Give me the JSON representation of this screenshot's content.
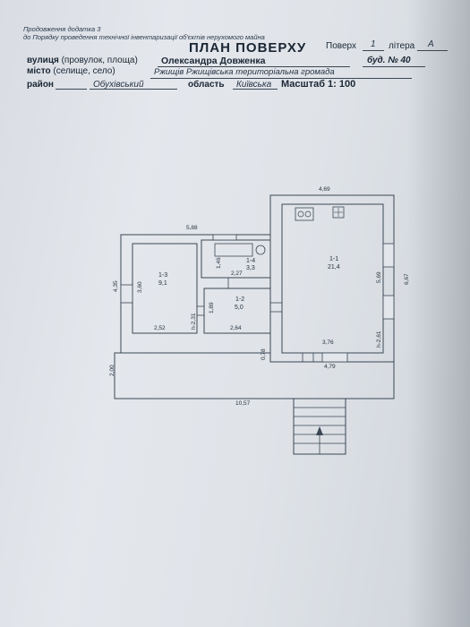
{
  "header": {
    "note_line1": "Продовження додатка 3",
    "note_line2": "до Порядку проведення технічної інвентаризації об'єктів нерухомого майна",
    "title": "ПЛАН ПОВЕРХУ",
    "floor_label": "Поверх",
    "floor_value": "1",
    "litera_label": "літера",
    "litera_value": "А"
  },
  "address": {
    "street_label": "вулиця",
    "street_hint": "(провулок, площа)",
    "street_value": "Олександра Довженка",
    "building_label": "буд. № 40",
    "city_label": "місто",
    "city_hint": "(селище, село)",
    "city_value": "Ржищів Ржищівська територіальна громада",
    "district_label": "район",
    "district_value": "Обухівський",
    "region_label": "область",
    "region_value": "Київська",
    "scale_label": "Масштаб 1: 100"
  },
  "plan": {
    "dimensions": {
      "top_right_width": "4,69",
      "top_left_width": "5,88",
      "left_height": "4,35",
      "left_inner_height": "3,60",
      "room13_width": "2,52",
      "room13_h": "h-2,31",
      "room12_h_label": "1,89",
      "room12_width": "2,64",
      "room14_side": "1,46",
      "room14_width": "2,27",
      "right_height": "6,67",
      "right_inner_height": "5,69",
      "room11_width": "3,76",
      "room11_h": "h-2,61",
      "door_gap": "0,78",
      "right_outer_width": "4,79",
      "annex_height": "2,00",
      "total_width": "10,57"
    },
    "rooms": [
      {
        "id": "1-1",
        "area": "21,4"
      },
      {
        "id": "1-2",
        "area": "5,0"
      },
      {
        "id": "1-3",
        "area": "9,1"
      },
      {
        "id": "1-4",
        "area": "3,3"
      }
    ]
  }
}
